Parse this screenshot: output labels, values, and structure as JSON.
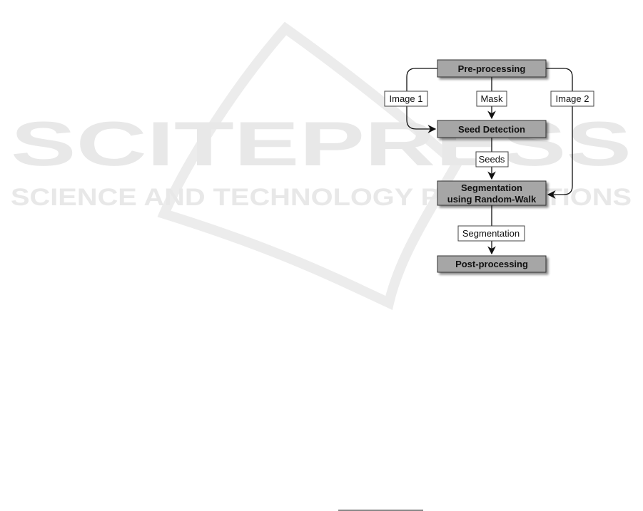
{
  "watermark": {
    "title": "SCITEPRESS",
    "subtitle": "SCIENCE AND TECHNOLOGY PUBLICATIONS",
    "color": "#e8e8e8"
  },
  "diagram": {
    "box_fill": "#a6a6a6",
    "line_color": "#111111",
    "nodes": {
      "preprocessing": "Pre-processing",
      "seed_detection": "Seed Detection",
      "segmentation_line1": "Segmentation",
      "segmentation_line2": "using Random-Walk",
      "postprocessing": "Post-processing"
    },
    "edges": {
      "image1": "Image 1",
      "mask": "Mask",
      "image2": "Image 2",
      "seeds": "Seeds",
      "segmentation": "Segmentation"
    }
  }
}
